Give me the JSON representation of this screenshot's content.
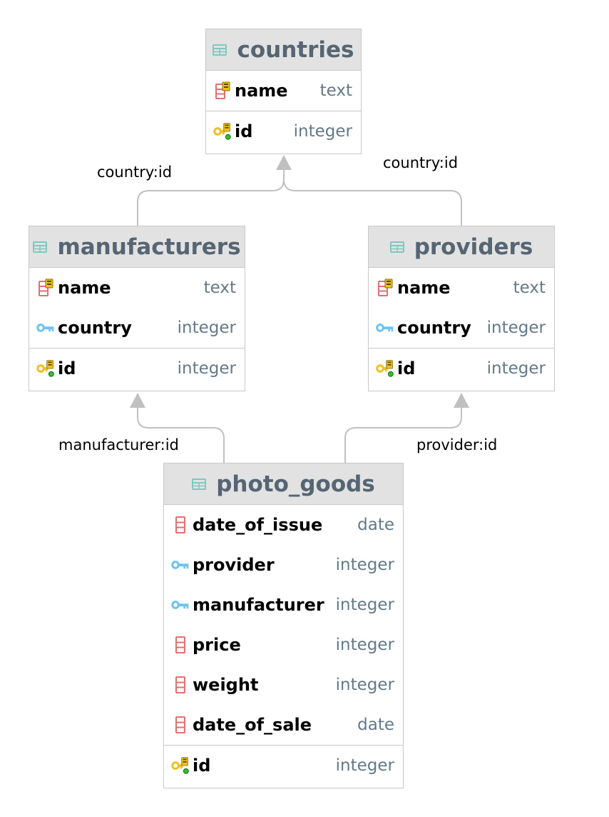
{
  "tables": {
    "countries": {
      "title": "countries",
      "fields": [
        {
          "name": "name",
          "type": "text",
          "icon": "column-index-icon"
        },
        {
          "name": "id",
          "type": "integer",
          "icon": "primary-key-icon"
        }
      ]
    },
    "manufacturers": {
      "title": "manufacturers",
      "fields": [
        {
          "name": "name",
          "type": "text",
          "icon": "column-index-icon"
        },
        {
          "name": "country",
          "type": "integer",
          "icon": "foreign-key-icon"
        },
        {
          "name": "id",
          "type": "integer",
          "icon": "primary-key-icon"
        }
      ]
    },
    "providers": {
      "title": "providers",
      "fields": [
        {
          "name": "name",
          "type": "text",
          "icon": "column-index-icon"
        },
        {
          "name": "country",
          "type": "integer",
          "icon": "foreign-key-icon"
        },
        {
          "name": "id",
          "type": "integer",
          "icon": "primary-key-icon"
        }
      ]
    },
    "photo_goods": {
      "title": "photo_goods",
      "fields": [
        {
          "name": "date_of_issue",
          "type": "date",
          "icon": "column-icon"
        },
        {
          "name": "provider",
          "type": "integer",
          "icon": "foreign-key-icon"
        },
        {
          "name": "manufacturer",
          "type": "integer",
          "icon": "foreign-key-icon"
        },
        {
          "name": "price",
          "type": "integer",
          "icon": "column-icon"
        },
        {
          "name": "weight",
          "type": "integer",
          "icon": "column-icon"
        },
        {
          "name": "date_of_sale",
          "type": "date",
          "icon": "column-icon"
        },
        {
          "name": "id",
          "type": "integer",
          "icon": "primary-key-icon"
        }
      ]
    }
  },
  "links": {
    "manufacturers_country": "country:id",
    "providers_country": "country:id",
    "photo_goods_manufacturer": "manufacturer:id",
    "photo_goods_provider": "provider:id"
  },
  "colors": {
    "header_bg": "#e2e2e2",
    "title_text": "#566573",
    "type_text": "#63798a",
    "border": "#c9c9c9",
    "connector": "#c0c0c0",
    "table_icon": "#7fc8c0",
    "column_icon": "#e07070",
    "foreign_key_icon": "#6ec3f0",
    "primary_key_icon": "#f0c020"
  }
}
